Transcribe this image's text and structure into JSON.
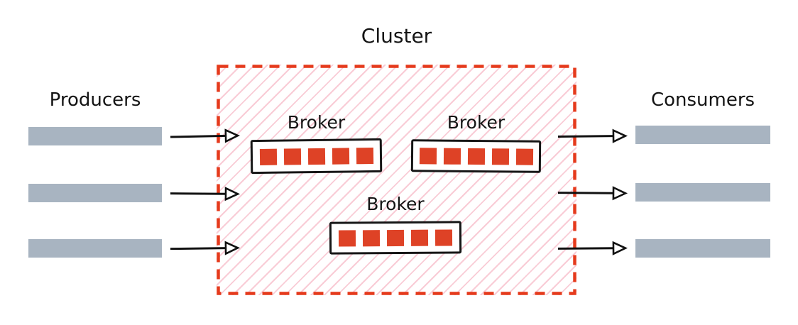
{
  "cluster": {
    "title": "Cluster",
    "border_color": "#e53a1c",
    "hatch_color": "#f9ccd6",
    "border_style": "dashed"
  },
  "producers": {
    "label": "Producers",
    "stream_count": 3,
    "bar_color": "#a8b4c1"
  },
  "consumers": {
    "label": "Consumers",
    "stream_count": 3,
    "bar_color": "#a8b4c1"
  },
  "brokers": [
    {
      "label": "Broker",
      "partition_count": 5,
      "partition_color": "#de4226"
    },
    {
      "label": "Broker",
      "partition_count": 5,
      "partition_color": "#de4226"
    },
    {
      "label": "Broker",
      "partition_count": 5,
      "partition_color": "#de4226"
    }
  ],
  "arrows": {
    "inbound_count": 3,
    "outbound_count": 3,
    "color": "#111111",
    "head_style": "open-triangle"
  }
}
